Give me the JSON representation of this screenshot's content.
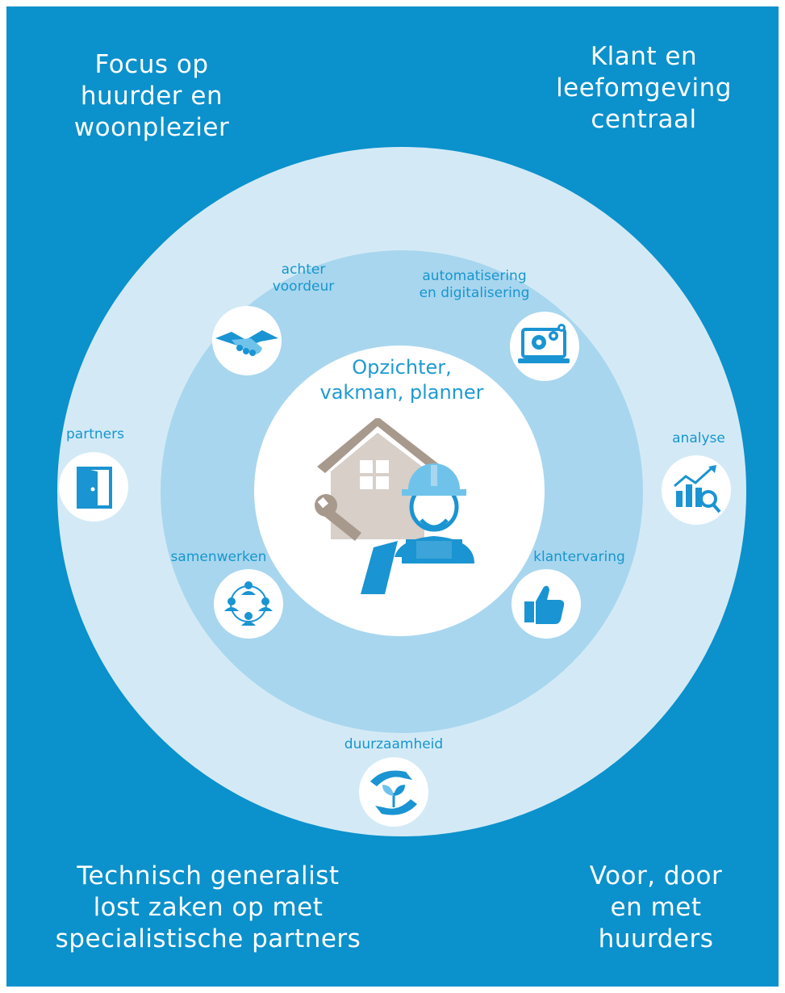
{
  "corners": {
    "top_left": [
      "Focus op",
      "huurder en",
      "woonplezier"
    ],
    "top_right": [
      "Klant en",
      "leefomgeving",
      "centraal"
    ],
    "bottom_left": [
      "Technisch generalist",
      "lost zaken op met",
      "specialistische partners"
    ],
    "bottom_right": [
      "Voor, door",
      "en met",
      "huurders"
    ]
  },
  "center": {
    "title": [
      "Opzichter,",
      "vakman, planner"
    ],
    "illustration": "house-worker-wrench-icon"
  },
  "items": {
    "achter_voordeur": {
      "label": [
        "achter",
        "voordeur"
      ],
      "icon": "handshake-icon"
    },
    "automatisering": {
      "label": [
        "automatisering",
        "en digitalisering"
      ],
      "icon": "laptop-gears-icon"
    },
    "partners": {
      "label": [
        "partners"
      ],
      "icon": "door-icon"
    },
    "analyse": {
      "label": [
        "analyse"
      ],
      "icon": "chart-magnifier-icon"
    },
    "samenwerken": {
      "label": [
        "samenwerken"
      ],
      "icon": "people-circle-icon"
    },
    "klantervaring": {
      "label": [
        "klantervaring"
      ],
      "icon": "thumbs-up-icon"
    },
    "duurzaamheid": {
      "label": [
        "duurzaamheid"
      ],
      "icon": "hands-plant-icon"
    }
  },
  "colors": {
    "background": "#0b91cc",
    "outer_ring": "#d3eaf6",
    "middle_ring": "#a8d6ee",
    "center": "#ffffff",
    "icon_blue": "#1a94d2",
    "label_blue": "#1796cf",
    "house_taupe": "#a8998d"
  }
}
